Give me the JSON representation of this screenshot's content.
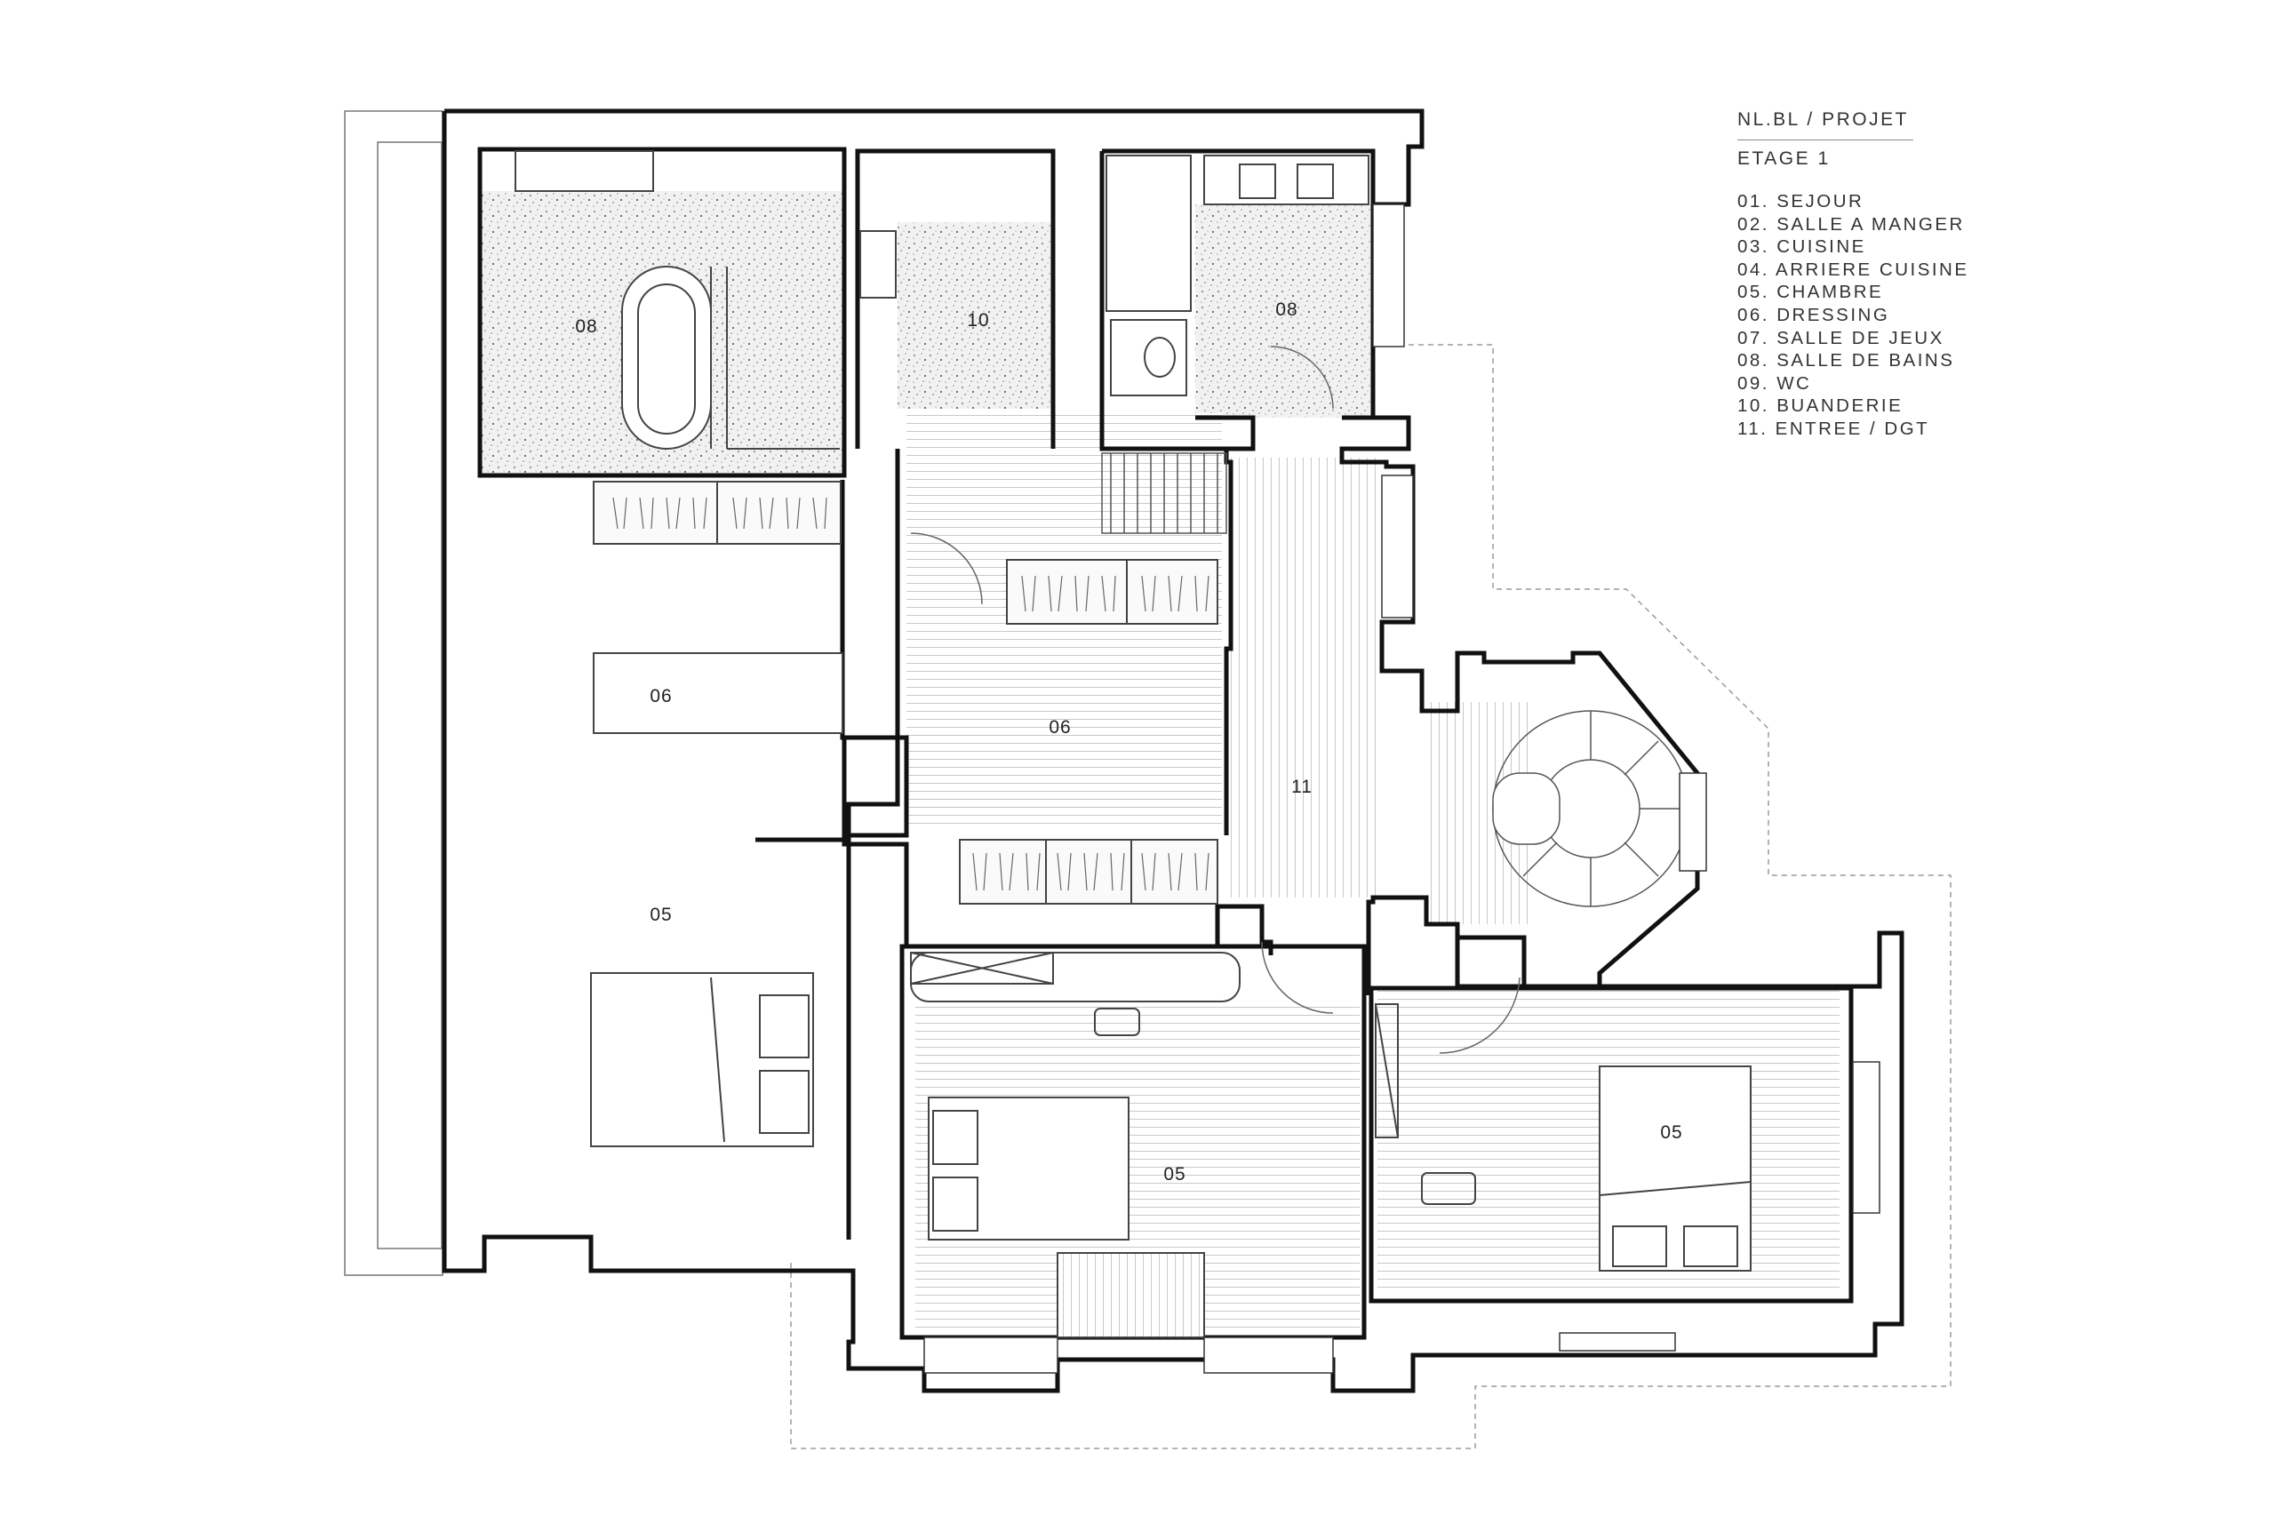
{
  "legend": {
    "project": "NL.BL / PROJET",
    "floor": "ETAGE 1",
    "items": [
      "01. SEJOUR",
      "02. SALLE A MANGER",
      "03. CUISINE",
      "04. ARRIERE CUISINE",
      "05. CHAMBRE",
      "06. DRESSING",
      "07. SALLE DE JEUX",
      "08. SALLE DE BAINS",
      "09. WC",
      "10. BUANDERIE",
      "11. ENTREE / DGT"
    ]
  },
  "rooms": {
    "bath_left": "08",
    "laundry": "10",
    "bath_right": "08",
    "dressing_left": "06",
    "dressing_center": "06",
    "entry": "11",
    "bedroom_left": "05",
    "bedroom_center": "05",
    "bedroom_right": "05"
  },
  "colors": {
    "wall": "#111111",
    "terrazzo": "#eeeeee",
    "line": "#555555",
    "outline_dashed": "#999999"
  }
}
